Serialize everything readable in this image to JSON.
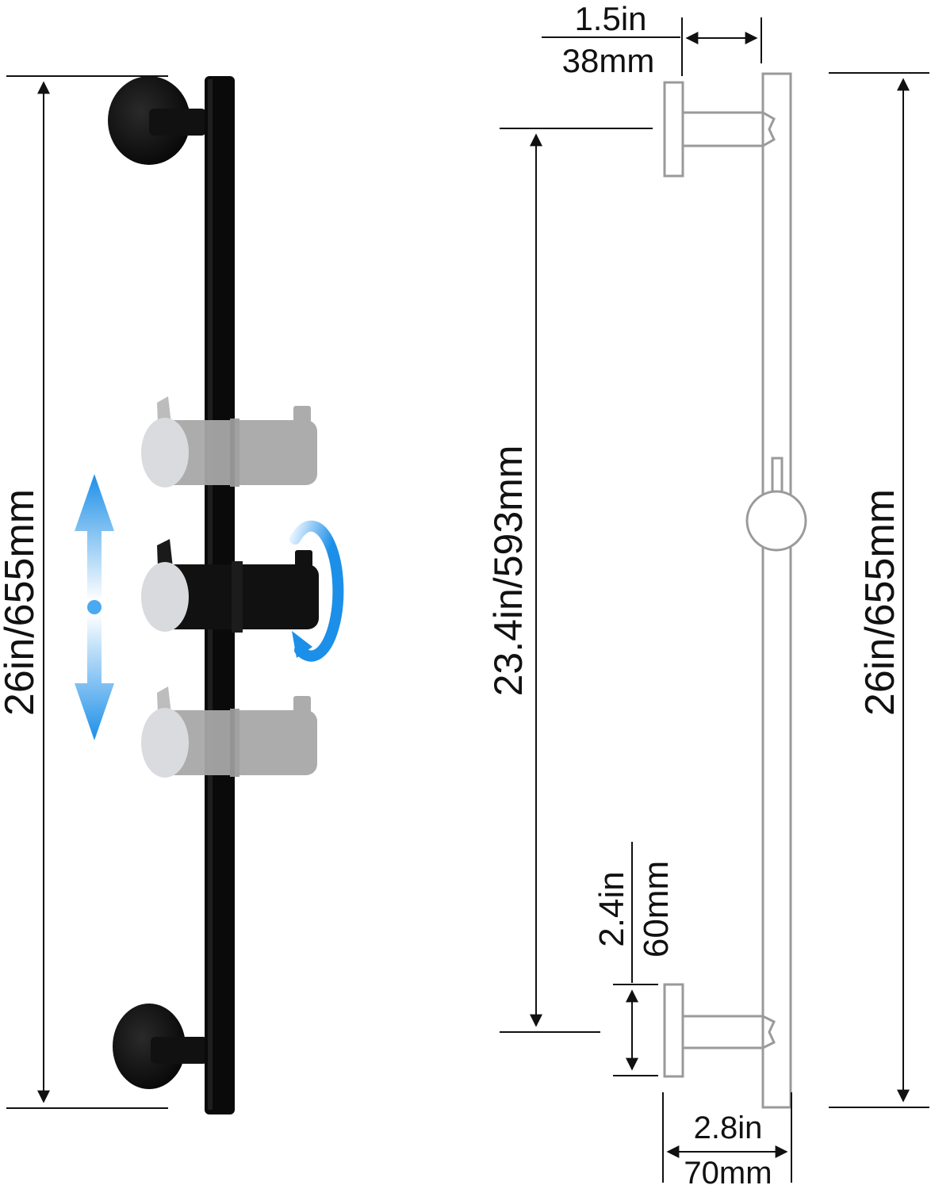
{
  "dimensions": {
    "total_length_left": "26in/655mm",
    "total_length_right": "26in/655mm",
    "bracket_spacing": "23.4in/593mm",
    "bar_offset_in": "1.5in",
    "bar_offset_mm": "38mm",
    "mount_diameter_in": "2.4in",
    "mount_diameter_mm": "60mm",
    "projection_in": "2.8in",
    "projection_mm": "70mm"
  },
  "colors": {
    "product": "#0a0a0a",
    "holder_ghost": "#a9a9a9",
    "holder_face": "#d9dadd",
    "outline": "#9a9a9a",
    "dimension_line": "#111111",
    "accent_arrow": "#1c8fe8"
  },
  "icons": {
    "slide_arrow": "double-vertical-arrow-icon",
    "rotate_arrow": "rotate-arrow-icon"
  }
}
